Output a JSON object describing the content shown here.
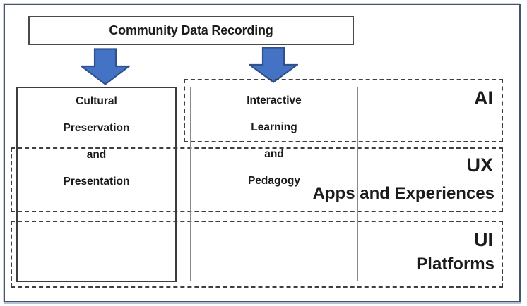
{
  "colors": {
    "arrow_fill": "#4472C4",
    "arrow_stroke": "#2F528F",
    "frame_border": "#44546A"
  },
  "title_box": {
    "label": "Community Data Recording"
  },
  "flow_boxes": {
    "left": {
      "lines": [
        "Cultural",
        "Preservation",
        "and",
        "Presentation"
      ]
    },
    "right": {
      "lines": [
        "Interactive",
        "Learning",
        "and",
        "Pedagogy"
      ]
    }
  },
  "layer_bands": {
    "ai": {
      "label": "AI"
    },
    "ux": {
      "label": "UX",
      "sublabel": "Apps and Experiences"
    },
    "ui": {
      "label": "UI",
      "sublabel": "Platforms"
    }
  }
}
